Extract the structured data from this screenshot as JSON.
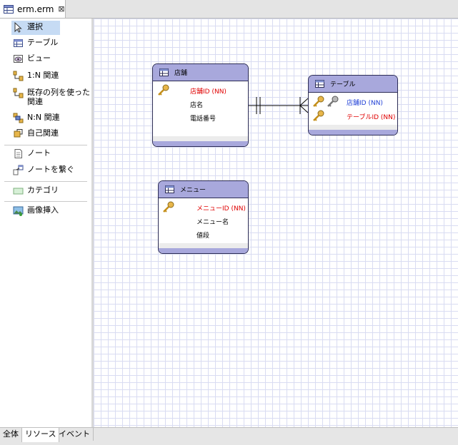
{
  "tab": {
    "title": "erm.erm",
    "close_symbol": "⊠"
  },
  "palette": {
    "items": [
      {
        "label": "選択",
        "icon": "pointer-icon"
      },
      {
        "label": "テーブル",
        "icon": "table-icon"
      },
      {
        "label": "ビュー",
        "icon": "view-icon"
      },
      {
        "label": "1:N 関連",
        "icon": "one-to-many-icon"
      },
      {
        "label": "既存の列を使った",
        "label2": "関連",
        "icon": "existing-column-relation-icon"
      },
      {
        "label": "N:N 関連",
        "icon": "many-to-many-icon"
      },
      {
        "label": "自己関連",
        "icon": "self-relation-icon"
      },
      {
        "label": "ノート",
        "icon": "note-icon"
      },
      {
        "label": "ノートを繋ぐ",
        "icon": "note-connection-icon"
      },
      {
        "label": "カテゴリ",
        "icon": "category-icon"
      },
      {
        "label": "画像挿入",
        "icon": "insert-image-icon"
      }
    ]
  },
  "bottom_tabs": [
    {
      "label": "全体"
    },
    {
      "label": "リソース"
    },
    {
      "label": "イベント"
    }
  ],
  "entities": {
    "shop": {
      "name": "店舗",
      "attributes": [
        {
          "label": "店舗ID (NN)",
          "kind": "pk"
        },
        {
          "label": "店名",
          "kind": "normal"
        },
        {
          "label": "電話番号",
          "kind": "normal"
        }
      ]
    },
    "table": {
      "name": "テーブル",
      "attributes": [
        {
          "label": "店舗ID (NN)",
          "kind": "fk"
        },
        {
          "label": "テーブルID (NN)",
          "kind": "pk"
        }
      ]
    },
    "menu": {
      "name": "メニュー",
      "attributes": [
        {
          "label": "メニューID (NN)",
          "kind": "pk"
        },
        {
          "label": "メニュー名",
          "kind": "normal"
        },
        {
          "label": "値段",
          "kind": "normal"
        }
      ]
    }
  },
  "colors": {
    "entity_header": "#a8a8dc",
    "primary_key_text": "#e00000",
    "foreign_key_text": "#1f3fd6",
    "selection": "#c6dbf4"
  }
}
